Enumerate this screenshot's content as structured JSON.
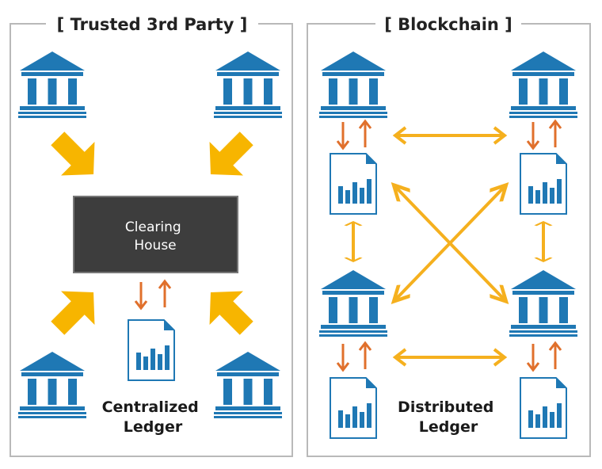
{
  "left_panel": {
    "title": "[ Trusted 3rd Party ]",
    "clearing_house": [
      "Clearing",
      "House"
    ],
    "ledger_label": [
      "Centralized",
      "Ledger"
    ]
  },
  "right_panel": {
    "title": "[ Blockchain ]",
    "ledger_label": [
      "Distributed",
      "Ledger"
    ]
  },
  "icons": {
    "node": "bank-building-icon",
    "ledger": "ledger-document-icon"
  },
  "colors": {
    "bank_blue": "#1f78b4",
    "big_arrow_yellow": "#f7b500",
    "double_arrow_yellow": "#f5b01e",
    "small_arrow_orange": "#e0702c",
    "box_dark": "#3d3d3d",
    "frame_gray": "#b9b9b9"
  }
}
